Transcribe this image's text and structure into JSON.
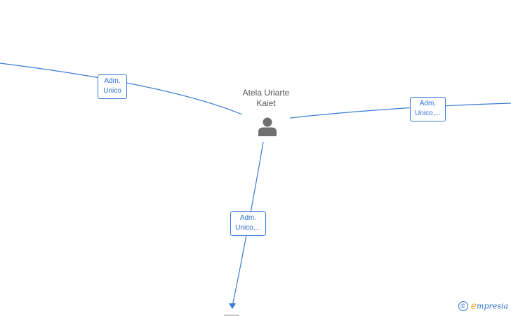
{
  "person": {
    "name_line1": "Atela Uriarte",
    "name_line2": "Kaiet",
    "icon": "person-icon"
  },
  "edges": {
    "left": {
      "line1": "Adm.",
      "line2": "Unico"
    },
    "right": {
      "line1": "Adm.",
      "line2": "Unico,..."
    },
    "bottom": {
      "line1": "Adm.",
      "line2": "Unico,..."
    }
  },
  "watermark": {
    "copyright_symbol": "©",
    "brand_initial": "e",
    "brand_rest": "mpresia"
  },
  "colors": {
    "edge": "#3a7bd5",
    "label_text": "#2f6fcf",
    "person_icon": "#6f6f6f",
    "name_text": "#555555",
    "brand_accent": "#e8a21a"
  }
}
